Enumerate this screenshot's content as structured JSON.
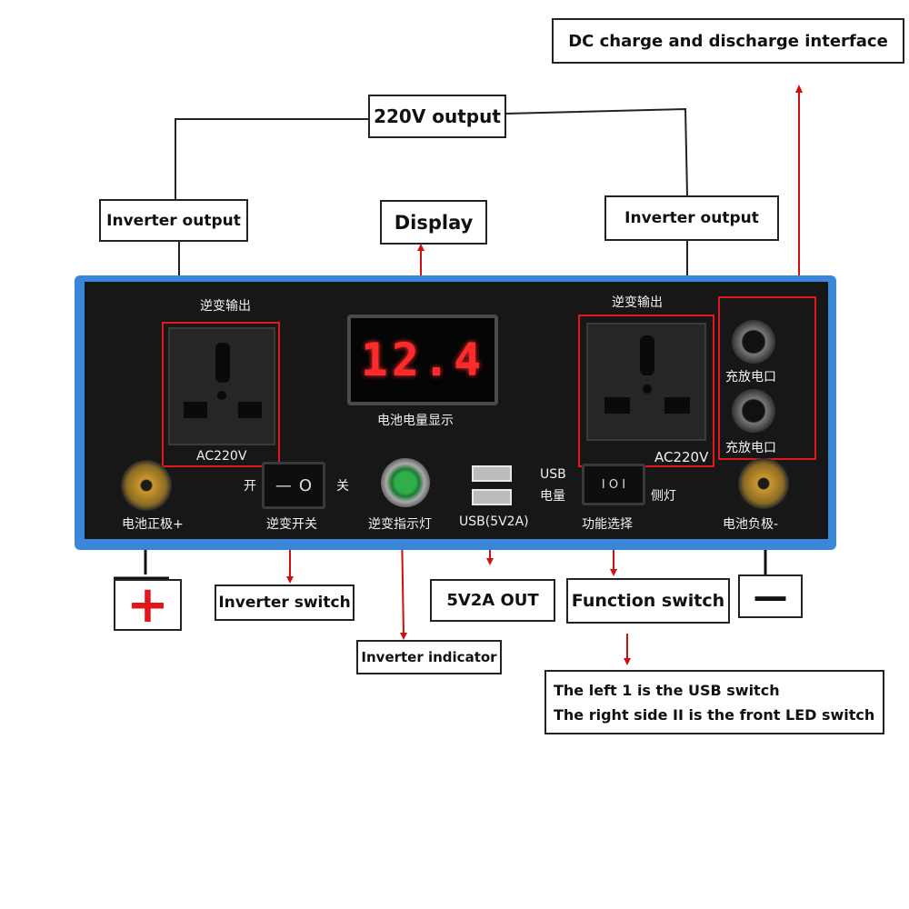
{
  "callouts": {
    "dc_interface": "DC charge and discharge interface",
    "output_220v": "220V output",
    "inverter_output_left": "Inverter output",
    "display": "Display",
    "inverter_output_right": "Inverter output",
    "inverter_switch": "Inverter switch",
    "usb_out": "5V2A OUT",
    "function_switch": "Function switch",
    "inverter_indicator": "Inverter indicator",
    "function_note_1": "The left 1 is the USB switch",
    "function_note_2": "The right side II is the front LED switch",
    "plus_symbol": "+",
    "minus_symbol": "—"
  },
  "panel": {
    "inverter_output_left_cn": "逆变输出",
    "inverter_output_right_cn": "逆变输出",
    "ac_left": "AC220V",
    "ac_right": "AC220V",
    "display_value": "12.4",
    "display_label_cn": "电池电量显示",
    "dc_port_1_cn": "充放电口",
    "dc_port_2_cn": "充放电口",
    "battery_pos_cn": "电池正极+",
    "battery_neg_cn": "电池负极-",
    "on_cn": "开",
    "off_cn": "关",
    "inverter_switch_cn": "逆变开关",
    "indicator_cn": "逆变指示灯",
    "usb_label": "USB(5V2A)",
    "usb_top": "USB",
    "usb_power_cn": "电量",
    "side_light_cn": "侧灯",
    "function_select_cn": "功能选择",
    "rocker_left_mark": "—",
    "rocker_left_mark2": "O",
    "rocker_right_mark": "I O I"
  },
  "colors": {
    "case_blue": "#3a86d8",
    "panel_black": "#171717",
    "highlight_red": "#e0181e",
    "led_red": "#ff2a2a",
    "indicator_green": "#2fae4a",
    "brass": "#c9972e"
  }
}
